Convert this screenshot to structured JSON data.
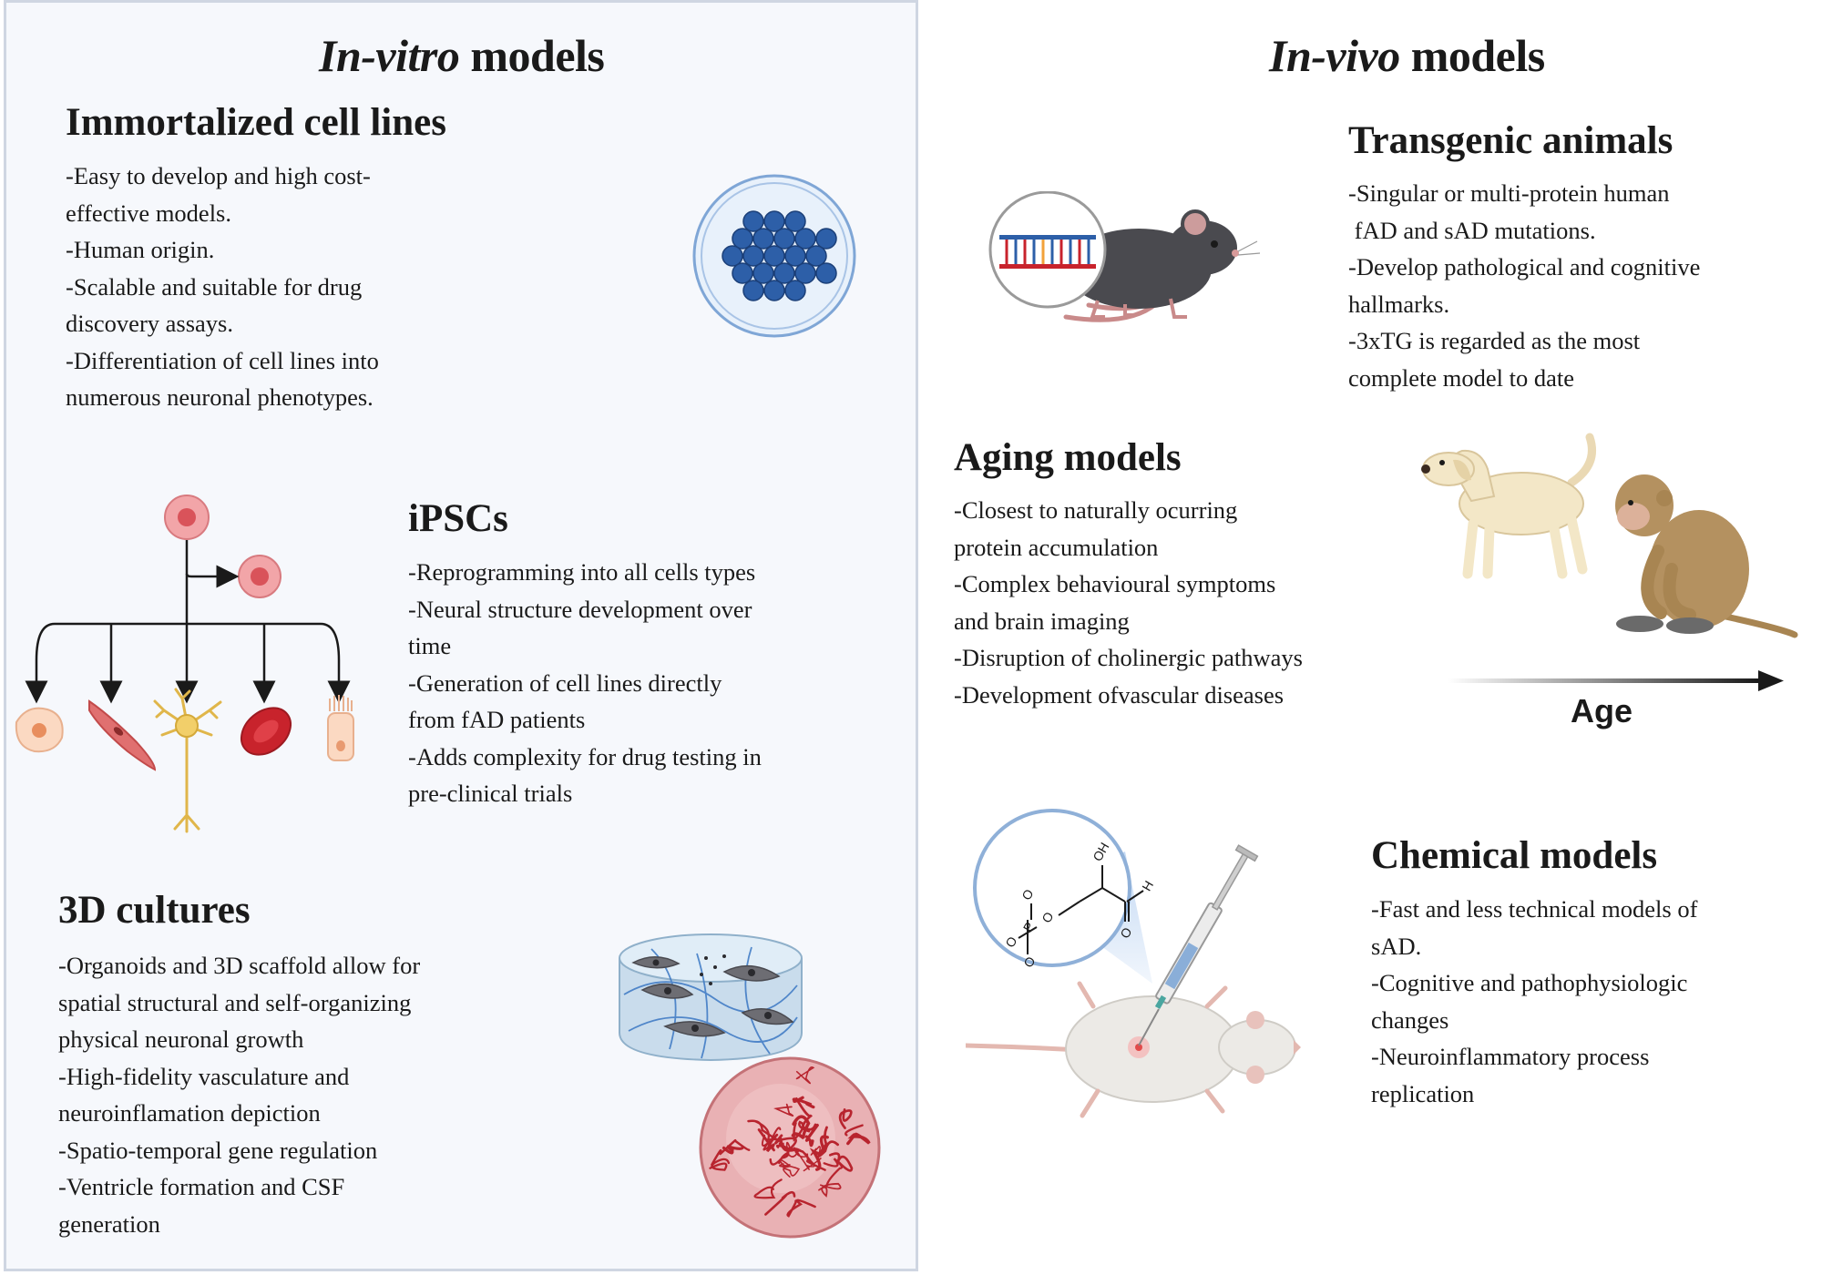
{
  "in_vitro": {
    "title_italic": "In-vitro",
    "title_rest": " models",
    "immortalized": {
      "title": "Immortalized cell lines",
      "lines": [
        "-Easy to develop and high cost-",
        "effective models.",
        "-Human origin.",
        "-Scalable and suitable for drug",
        "discovery assays.",
        "-Differentiation of cell lines into",
        "numerous neuronal phenotypes."
      ]
    },
    "ipscs": {
      "title": "iPSCs",
      "lines": [
        "-Reprogramming into all cells types",
        "-Neural structure development over",
        "time",
        "-Generation of cell lines directly",
        "from fAD patients",
        "-Adds complexity for drug testing in",
        "pre-clinical trials"
      ]
    },
    "cultures_3d": {
      "title": "3D cultures",
      "lines": [
        "-Organoids and 3D scaffold allow for",
        "spatial structural and self-organizing",
        "physical neuronal growth",
        "-High-fidelity vasculature and",
        "neuroinflamation depiction",
        "-Spatio-temporal gene regulation",
        "-Ventricle formation and CSF",
        "generation"
      ]
    }
  },
  "in_vivo": {
    "title_italic": "In-vivo",
    "title_rest": " models",
    "transgenic": {
      "title": "Transgenic animals",
      "lines": [
        "-Singular or multi-protein human",
        " fAD and sAD mutations.",
        "-Develop pathological and cognitive",
        "hallmarks.",
        "-3xTG is regarded as the most",
        "complete model to date"
      ]
    },
    "aging": {
      "title": "Aging models",
      "lines": [
        "-Closest to naturally ocurring",
        "protein accumulation",
        "-Complex behavioural symptoms",
        "and brain imaging",
        "-Disruption of cholinergic pathways",
        "-Development ofvascular diseases"
      ],
      "axis_label": "Age"
    },
    "chemical": {
      "title": "Chemical models",
      "lines": [
        "-Fast and less technical models of",
        "sAD.",
        "-Cognitive and pathophysiologic",
        "changes",
        "-Neuroinflammatory process",
        "replication"
      ],
      "molecule_labels": [
        "OH",
        "H",
        "O",
        "O",
        "P",
        "O",
        "O",
        "O"
      ]
    }
  },
  "colors": {
    "left_panel_bg": "#f6f8fc",
    "petri_cell": "#2d5fa8",
    "stem_cell": "#e87f83",
    "vessel": "#b8242e",
    "arrow": "#1a1a1a"
  }
}
